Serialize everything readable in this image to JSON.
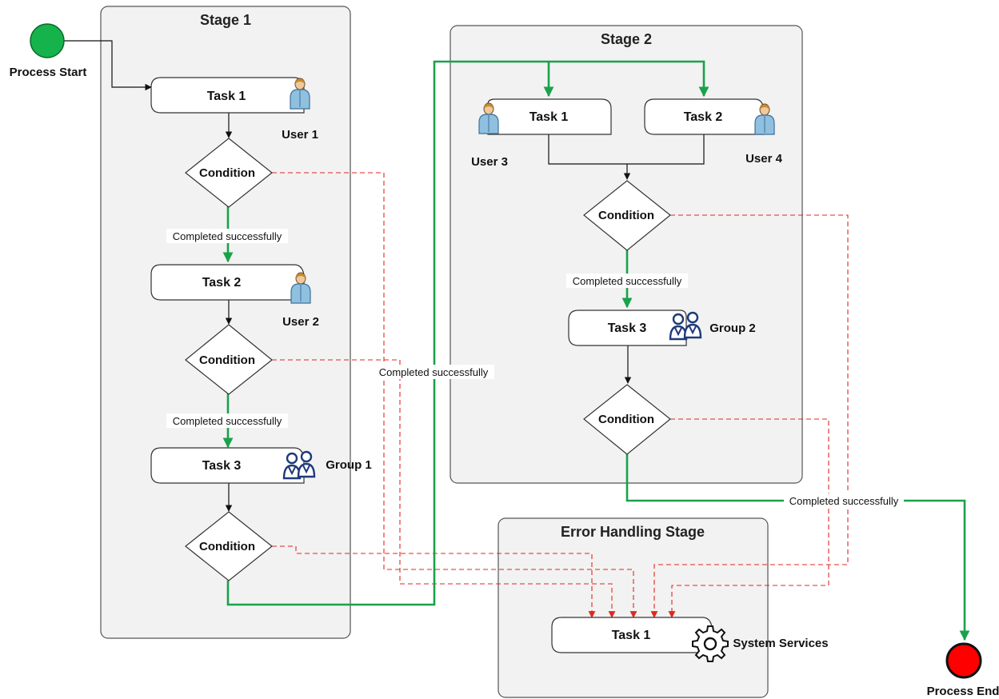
{
  "stages": {
    "stage1": {
      "title": "Stage 1",
      "tasks": [
        "Task 1",
        "Task 2",
        "Task 3"
      ],
      "conditions": [
        "Condition",
        "Condition",
        "Condition"
      ],
      "actors": [
        "User 1",
        "User 2",
        "Group 1"
      ],
      "edge_labels": [
        "Completed successfully",
        "Completed successfully"
      ]
    },
    "stage2": {
      "title": "Stage 2",
      "tasks": [
        "Task 1",
        "Task 2",
        "Task 3"
      ],
      "conditions": [
        "Condition",
        "Condition"
      ],
      "actors": [
        "User 3",
        "User 4",
        "Group 2"
      ],
      "edge_labels": [
        "Completed successfully"
      ]
    },
    "error": {
      "title": "Error Handling Stage",
      "task": "Task 1",
      "actor": "System Services"
    }
  },
  "connectors": {
    "stage1_to_stage2_label": "Completed successfully",
    "stage2_to_end_label": "Completed successfully"
  },
  "endpoints": {
    "start": "Process Start",
    "end": "Process End"
  },
  "colors": {
    "success_flow": "#19a24a",
    "error_flow": "#e0281e",
    "start": "#16b24b",
    "end": "#ff0000",
    "stage_fill": "#f2f2f2"
  }
}
